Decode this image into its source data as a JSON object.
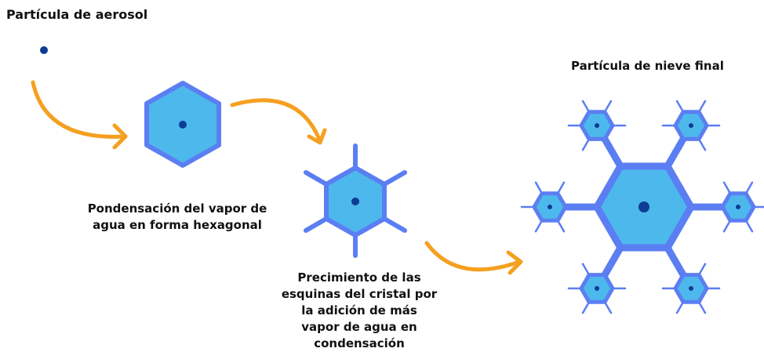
{
  "labels": {
    "aerosol": "Partícula de aerosol",
    "final": "Partícula de nieve final",
    "condensation": "Pondensación del vapor de agua en forma hexagonal",
    "growth": "Precimiento de las esquinas del cristal por la adición de más vapor de agua en condensación"
  },
  "colors": {
    "hex_fill": "#4db8ec",
    "hex_stroke": "#5b7ef2",
    "nucleus": "#0d3c94",
    "arrow": "#f5a020",
    "text": "#111111"
  }
}
